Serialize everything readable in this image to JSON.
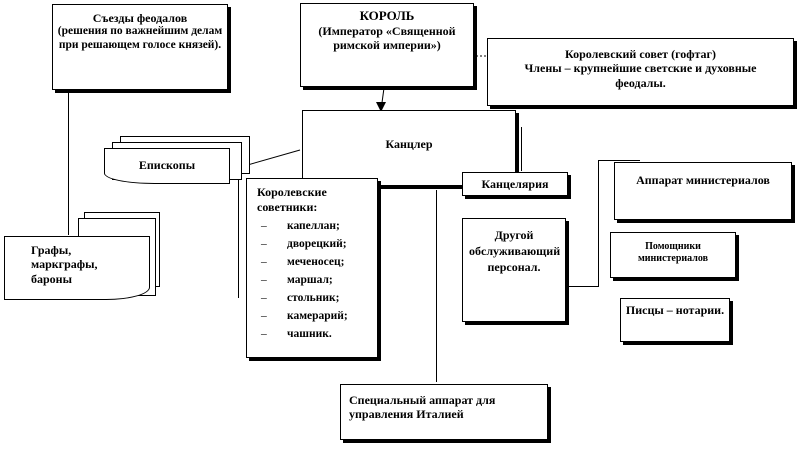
{
  "congress": {
    "title": "Съезды феодалов",
    "note": "(решения по важнейшим делам при решающем голосе князей)."
  },
  "king": {
    "title": "КОРОЛЬ",
    "subtitle": "(Император «Священной римской империи»)"
  },
  "royal_council": {
    "title": "Королевский совет (гофтаг)",
    "members": "Члены – крупнейшие светские и духовные феодалы."
  },
  "chancellor": {
    "title": "Канцлер"
  },
  "bishops": {
    "title": "Епископы"
  },
  "counts": {
    "lines": [
      "Графы,",
      "маркграфы,",
      "бароны"
    ]
  },
  "advisers": {
    "title": "Королевские советники:",
    "items": [
      "капеллан;",
      "дворецкий;",
      "меченосец;",
      "маршал;",
      "стольник;",
      "камерарий;",
      "чашник."
    ]
  },
  "chancery": {
    "title": "Канцелярия"
  },
  "other_staff": {
    "title": "Другой обслуживающий персонал."
  },
  "ministerial_apparatus": {
    "title": "Аппарат министериалов"
  },
  "ministerial_assistants": {
    "title": "Помощники министериалов"
  },
  "scribes": {
    "title": "Писцы – нотарии."
  },
  "italy": {
    "title": "Специальный аппарат для управления Италией"
  }
}
